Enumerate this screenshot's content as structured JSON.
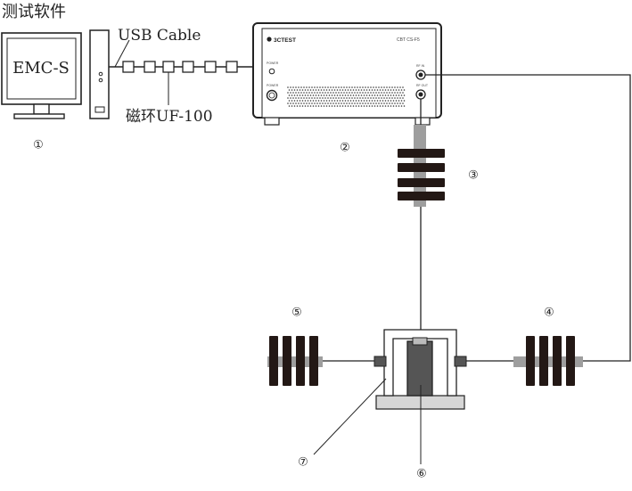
{
  "software_title": "测试软件",
  "pc": {
    "screen_label": "EMC-S"
  },
  "usb_label": "USB Cable",
  "ferrite_label": "磁环UF-100",
  "instrument": {
    "brand": "3CTEST",
    "model": "CBT CS-F5",
    "port_labels": [
      "RF IN",
      "RF OUT",
      "POWER",
      "POWER"
    ]
  },
  "markers": {
    "pc": "①",
    "instrument": "②",
    "clamp_top": "③",
    "clamp_right": "④",
    "clamp_left": "⑤",
    "eut": "⑥",
    "fixture": "⑦"
  },
  "colors": {
    "line": "#222222",
    "clamp_dark": "#231815",
    "clamp_gray": "#9e9e9e",
    "eut_body": "#555555",
    "base_gray": "#d6d6d6"
  }
}
